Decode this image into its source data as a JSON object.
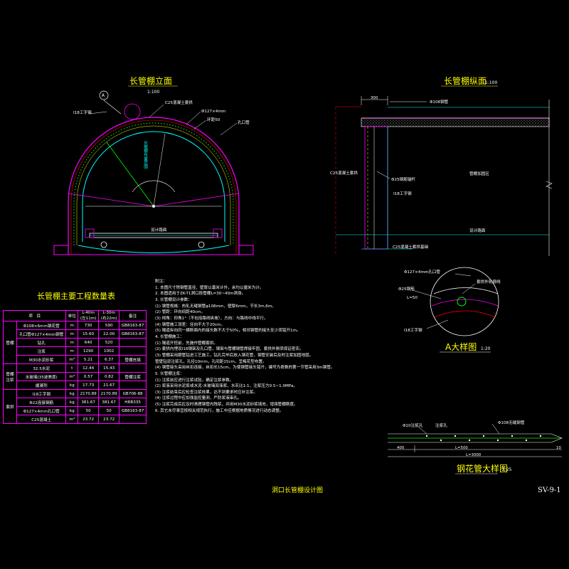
{
  "sheet": {
    "title": "洞口长管棚设计图",
    "code": "SV-9-1"
  },
  "elevation": {
    "title": "长管棚立面",
    "scale": "1:100",
    "labels": {
      "steel_arch": "I18工字钢",
      "concrete_cover": "C25混凝土套拱",
      "pipe": "Φ127×4mm",
      "ring": "环距50",
      "portal_pipe": "孔口管",
      "callout": "A",
      "design_line": "设计路面",
      "center_note": "长管棚布置范围"
    }
  },
  "longitudinal": {
    "title": "长管棚纵面",
    "scale": "1:100",
    "labels": {
      "top_dim": "300",
      "pipe": "Φ108钢管",
      "concrete_cover": "C25混凝土套拱",
      "grout": "Φ25钢筋锚杆",
      "steel_arch": "I18工字钢",
      "tunnel": "管棚加固区",
      "design_line": "设计路面",
      "bottom": "C25混凝土套拱基础"
    }
  },
  "detail_a": {
    "title": "A大样图",
    "scale": "1:20",
    "labels": {
      "pipe": "Φ127×4mm孔口管",
      "cover": "套拱外轮廓线",
      "rebar": "Φ25钢筋",
      "spacing": "L=50",
      "steel_arch": "I18工字钢"
    }
  },
  "pipe_detail": {
    "title": "钢花管大样图",
    "scale": "1:25",
    "labels": {
      "pipe": "Φ108无缝钢管",
      "grout_hole": "注浆孔",
      "hole_dim": "Φ10注浆孔",
      "dim_a": "400",
      "dim_b": "L=500",
      "dim_c": "L=3000",
      "tip": "10"
    }
  },
  "quantities": {
    "title": "长管棚主要工程数量表",
    "headers": [
      "项　目",
      "单位",
      "L-40m\n(左11m)",
      "L-30m\n(右22m)",
      "备注"
    ],
    "rows": [
      {
        "group": "管棚",
        "item": "Φ108×6mm钢花管",
        "unit": "m",
        "a": "730",
        "b": "590",
        "note": "GB8163-87"
      },
      {
        "group": "",
        "item": "孔口管Φ127×4mm钢管",
        "unit": "m",
        "a": "15.60",
        "b": "22.00",
        "note": "GB8163-87"
      },
      {
        "group": "",
        "item": "钻孔",
        "unit": "m",
        "a": "640",
        "b": "520",
        "note": ""
      },
      {
        "group": "",
        "item": "注浆",
        "unit": "m",
        "a": "1290",
        "b": "1002",
        "note": ""
      },
      {
        "group": "",
        "item": "M30水泥砂浆",
        "unit": "m³",
        "a": "5.21",
        "b": "6.37",
        "note": "管棚充填"
      },
      {
        "group": "管棚注浆",
        "item": "32.5水泥",
        "unit": "t",
        "a": "12.44",
        "b": "15.43",
        "note": ""
      },
      {
        "group": "",
        "item": "水玻璃(35波美度)",
        "unit": "m³",
        "a": "0.57",
        "b": "0.82",
        "note": "管棚注浆"
      },
      {
        "group": "",
        "item": "缓凝剂",
        "unit": "kg",
        "a": "17.73",
        "b": "21.67",
        "note": ""
      },
      {
        "group": "套拱",
        "item": "I18工字钢",
        "unit": "kg",
        "a": "2170.89",
        "b": "2170.89",
        "note": "GB706-88"
      },
      {
        "group": "",
        "item": "Φ22连接钢筋",
        "unit": "kg",
        "a": "381.67",
        "b": "381.67",
        "note": "HRB335"
      },
      {
        "group": "",
        "item": "Φ127×4mm孔口管",
        "unit": "kg",
        "a": "50",
        "b": "50",
        "note": "GB8163-87"
      },
      {
        "group": "",
        "item": "C25混凝土",
        "unit": "m³",
        "a": "23.72",
        "b": "23.72",
        "note": ""
      }
    ]
  },
  "notes": {
    "heading": "附注：",
    "lines": [
      "1. 本图尺寸除钢管直径、壁厚以毫米计外，余均以厘米为计。",
      "2. 本图适用于ZK-T1洞口段管棚L=30~40m洞身。",
      "3. 长管棚设计参数：",
      "(1) 钢管规格：热轧无缝钢管φ108mm，壁厚6mm，节长3m,6m。",
      "(2) 管距：环向间距40cm。",
      "(3) 倾角：仰角1°（不包括路线纵坡），方向：与路线中线平行。",
      "(4) 钢管施工误差：径向不大于20cm。",
      "(5) 隧道纵向同一横断面内的接头数不大于50%，相邻钢管的接头至少须错开1m。",
      "4. 长管棚施工：",
      "(1) 隧道开挖前，先施作管棚套拱。",
      "(2) 套拱内埋设I18钢架及孔口管，钢架与管棚钢管焊接牢固，套拱外侧须保证密实。",
      "(3) 管棚采用跟管钻进工艺施工，钻孔完毕后放入钢花管，钢管安装后及时注浆加固地层。",
      "    管壁钻设注浆孔，孔径10mm，孔间距15cm，呈梅花型布置。",
      "(4) 钢管接头采用丝扣连接，丝扣长15cm，为使钢管接头错开，编号为奇数的第一节管采用3m钢管。",
      "5. 长管棚注浆：",
      "(1) 注浆前应进行注浆试验，确定注浆参数。",
      "(2) 浆液采用水泥浆或水泥-水玻璃双液浆，水灰比1:1，注浆压力0.5~1.0MPa。",
      "(3) 注浆结束后应检查注浆效果，达不到要求时应补注浆。",
      "(4) 注浆过程中应加强监控量测，严防浆液串孔。",
      "(5) 注浆完成后应及时清理钢管内残浆，并用M30水泥砂浆填充，增强管棚刚度。",
      "6. 其它未尽事宜按相关规范执行，施工中应根据地质情况进行动态调整。"
    ]
  },
  "colors": {
    "background": "#000000",
    "arch_outer": "#ff00ff",
    "arch_pipe": "#00ff00",
    "arch_inner": "#00ffff",
    "title": "#ffff00",
    "red_line": "#ff0000",
    "table_border": "#ff00ff"
  }
}
